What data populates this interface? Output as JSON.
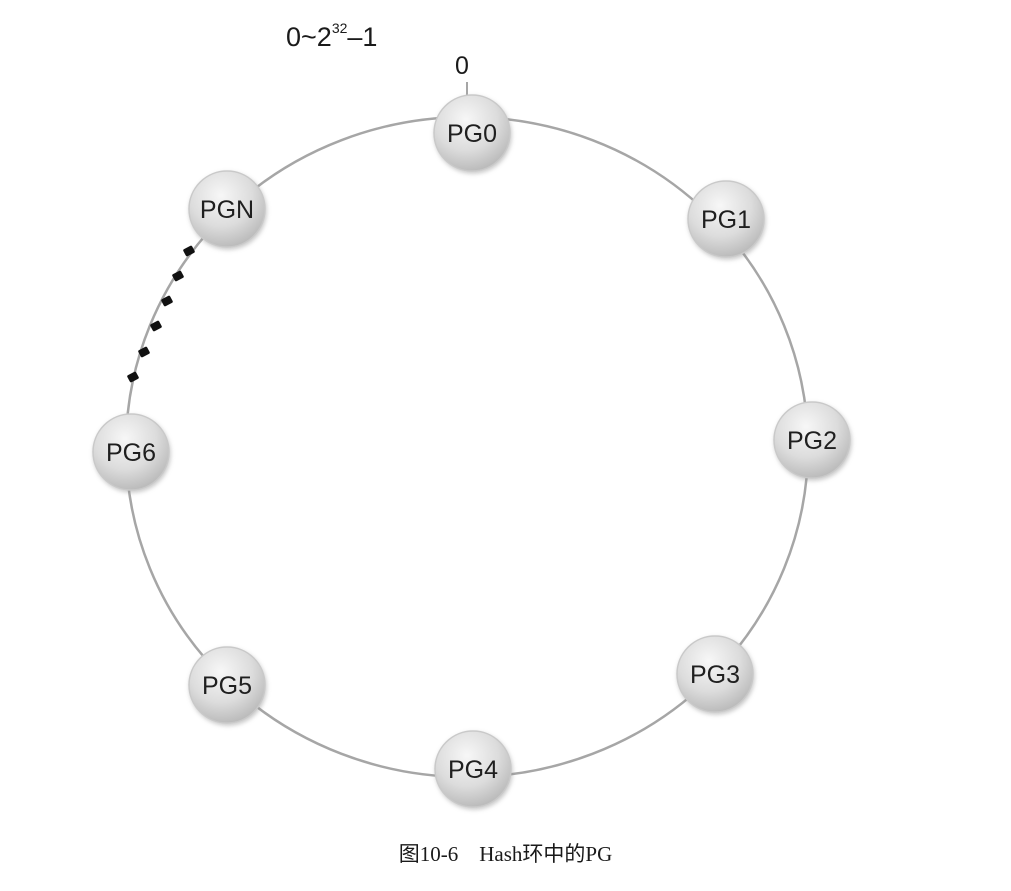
{
  "diagram": {
    "range_label": {
      "base": "0~2",
      "exponent": "32",
      "suffix": "–1"
    },
    "zero_label": "0",
    "nodes": [
      {
        "id": "pg0",
        "label": "PG0"
      },
      {
        "id": "pg1",
        "label": "PG1"
      },
      {
        "id": "pg2",
        "label": "PG2"
      },
      {
        "id": "pg3",
        "label": "PG3"
      },
      {
        "id": "pg4",
        "label": "PG4"
      },
      {
        "id": "pg5",
        "label": "PG5"
      },
      {
        "id": "pg6",
        "label": "PG6"
      },
      {
        "id": "pgn",
        "label": "PGN"
      }
    ],
    "caption": "图10-6　Hash环中的PG",
    "colors": {
      "ring": "#a6a6a6",
      "node_light": "#f2f2f2",
      "node_dark": "#bdbdbd",
      "node_border": "#c9c9c9",
      "dots": "#111111"
    }
  }
}
